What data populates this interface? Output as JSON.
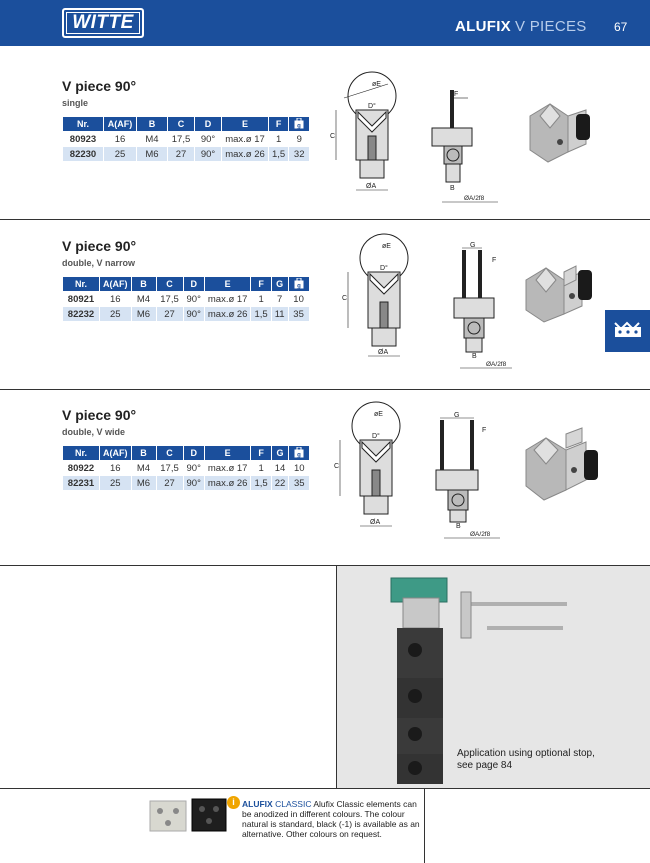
{
  "header": {
    "logo_text": "WITTE",
    "title_bold": "ALUFIX",
    "title_thin": "V PIECES",
    "page_number": "67",
    "brand_color": "#1b4f9c"
  },
  "sections": [
    {
      "title": "V piece 90°",
      "subtitle": "single",
      "columns": [
        "Nr.",
        "A(AF)",
        "B",
        "C",
        "D",
        "E",
        "F",
        "weight-icon"
      ],
      "rows": [
        [
          "80923",
          "16",
          "M4",
          "17,5",
          "90°",
          "max.ø 17",
          "1",
          "9"
        ],
        [
          "82230",
          "25",
          "M6",
          "27",
          "90°",
          "max.ø 26",
          "1,5",
          "32"
        ]
      ],
      "dim_labels": [
        "øE",
        "D°",
        "C",
        "ØA",
        "F",
        "B",
        "ØA/2f8"
      ]
    },
    {
      "title": "V piece 90°",
      "subtitle": "double, V narrow",
      "columns": [
        "Nr.",
        "A(AF)",
        "B",
        "C",
        "D",
        "E",
        "F",
        "G",
        "weight-icon"
      ],
      "rows": [
        [
          "80921",
          "16",
          "M4",
          "17,5",
          "90°",
          "max.ø 17",
          "1",
          "7",
          "10"
        ],
        [
          "82232",
          "25",
          "M6",
          "27",
          "90°",
          "max.ø 26",
          "1,5",
          "11",
          "35"
        ]
      ],
      "dim_labels": [
        "øE",
        "D°",
        "C",
        "ØA",
        "G",
        "F",
        "B",
        "ØA/2f8"
      ]
    },
    {
      "title": "V piece 90°",
      "subtitle": "double, V wide",
      "columns": [
        "Nr.",
        "A(AF)",
        "B",
        "C",
        "D",
        "E",
        "F",
        "G",
        "weight-icon"
      ],
      "rows": [
        [
          "80922",
          "16",
          "M4",
          "17,5",
          "90°",
          "max.ø 17",
          "1",
          "14",
          "10"
        ],
        [
          "82231",
          "25",
          "M6",
          "27",
          "90°",
          "max.ø 26",
          "1,5",
          "22",
          "35"
        ]
      ],
      "dim_labels": [
        "øE",
        "D°",
        "C",
        "ØA",
        "G",
        "F",
        "B",
        "ØA/2f8"
      ]
    }
  ],
  "application": {
    "caption_line1": "Application using optional stop,",
    "caption_line2": "see page 84"
  },
  "note": {
    "alufix": "ALUFIX",
    "classic": "CLASSIC",
    "text": "Alufix Classic elements can be anodized in different colours. The colour natural is standard, black (-1) is available as an alternative. Other colours on request.",
    "info_icon_glyph": "i"
  }
}
